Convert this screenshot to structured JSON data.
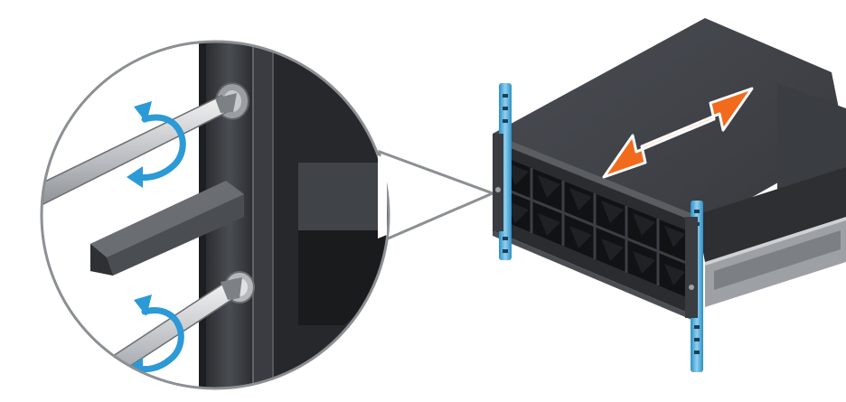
{
  "figure": {
    "callout": {
      "rotate_arrow_icon": "clockwise-rotation-arrow",
      "tool_icon": "phillips-screwdriver",
      "screw_icon": "screw"
    },
    "chassis": {
      "slide_arrow_icon": "double-headed-arrow"
    },
    "colors": {
      "rotation_arrow": "#2b9ad6",
      "slide_arrow": "#f26a1b",
      "rail_blue": "#49a8d8",
      "chassis_dark": "#3f4247",
      "rack_post": "#2f3135"
    }
  }
}
